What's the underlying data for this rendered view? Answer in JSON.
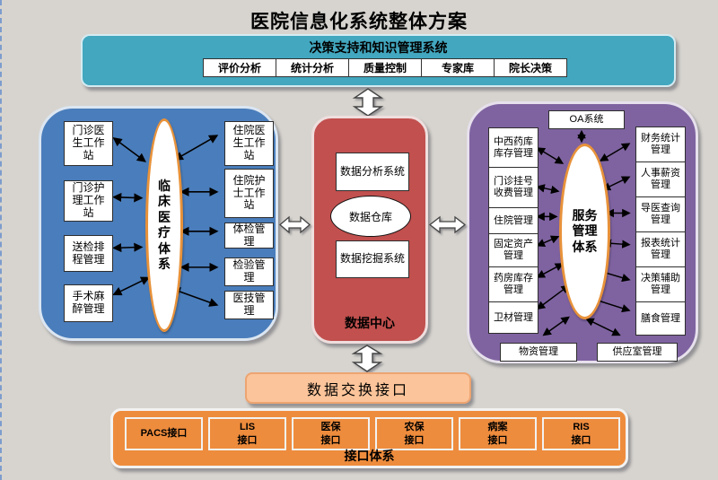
{
  "title": "医院信息化系统整体方案",
  "colors": {
    "teal": "#42a7bf",
    "blue": "#4a7dbb",
    "red": "#c1504e",
    "purple": "#7f63a0",
    "orange": "#ee8c3d",
    "orange_light": "#fcc49a",
    "ellipse_border": "#e8923a",
    "background": "#d7d4cf"
  },
  "decision_system": {
    "title": "决策支持和知识管理系统",
    "items": [
      "评价分析",
      "统计分析",
      "质量控制",
      "专家库",
      "院长决策"
    ]
  },
  "clinical_system": {
    "ellipse_label": "临床医疗体系",
    "left_items": [
      "门诊医生工作站",
      "门诊护理工作站",
      "送检排程管理",
      "手术麻醉管理"
    ],
    "right_items": [
      "住院医生工作站",
      "住院护士工作站",
      "体检管理",
      "检验管理",
      "医技管理"
    ]
  },
  "data_center": {
    "label": "数据中心",
    "analysis": "数据分析系统",
    "warehouse": "数据仓库",
    "mining": "数据挖掘系统"
  },
  "service_system": {
    "oa_label": "OA系统",
    "ellipse_label": "服务管理体系",
    "left_items": [
      "中西药库库存管理",
      "门诊挂号收费管理",
      "住院管理",
      "固定资产管理",
      "药房库存管理",
      "卫材管理"
    ],
    "right_items": [
      "财务统计管理",
      "人事薪资管理",
      "导医查询管理",
      "报表统计管理",
      "决策辅助管理",
      "膳食管理"
    ],
    "bottom_items": [
      "物资管理",
      "供应室管理"
    ]
  },
  "exchange_interface": {
    "label": "数据交换接口"
  },
  "interface_system": {
    "label": "接口体系",
    "items": [
      "PACS接口",
      "LIS\n接口",
      "医保\n接口",
      "农保\n接口",
      "病案\n接口",
      "RIS\n接口"
    ]
  }
}
